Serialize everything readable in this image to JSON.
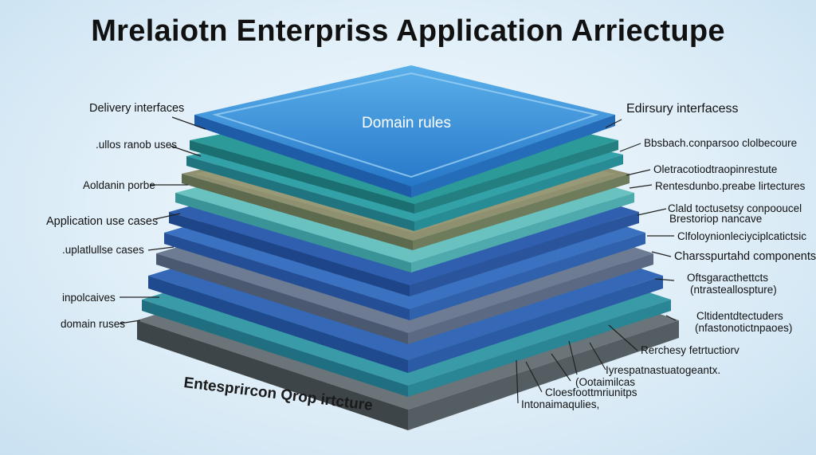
{
  "title": "Mrelaiotn Enterpriss Application Arriectupe",
  "top_layer_label": "Domain rules",
  "stack_label": "Entesprircon Qrop irtcture",
  "left_labels": [
    "Delivery interfaces",
    ".ullos ranob uses",
    "Aoldanin porbe",
    "Application use cases",
    ".uplatlullse cases",
    "inpolcaives",
    "domain ruses"
  ],
  "right_labels": [
    "Edirsury interfacess",
    "Bbsbach.conparsoo clolbecoure",
    "Oletracotiodtraopinrestute",
    "Rentesdunbo.preabe lirtectures",
    "Clald toctusetsy conpooucel",
    "Brestoriop nancave",
    "Clfoloynionleciyciplcatictsic",
    "Charsspurtahd components",
    "Oftsgaracthettcts",
    "(ntrasteallospture)",
    "Cltidentdtectuders",
    "(nfastonotictnpaoes)",
    "Rerchesy fetrtuctiorv",
    "Iyrespatnastuatogeantx.",
    "(Ootaimilcas",
    "Cloesfoottmriunitps",
    "Intonaimaqulies,"
  ],
  "colors": {
    "dark_blue": "#2c63b4",
    "teal": "#2a8f9a",
    "light_teal": "#5ab3b5",
    "olive": "#8a8a6b",
    "slate": "#5f6f86",
    "charcoal": "#4a5258",
    "top_blue": "#3a92d6"
  }
}
